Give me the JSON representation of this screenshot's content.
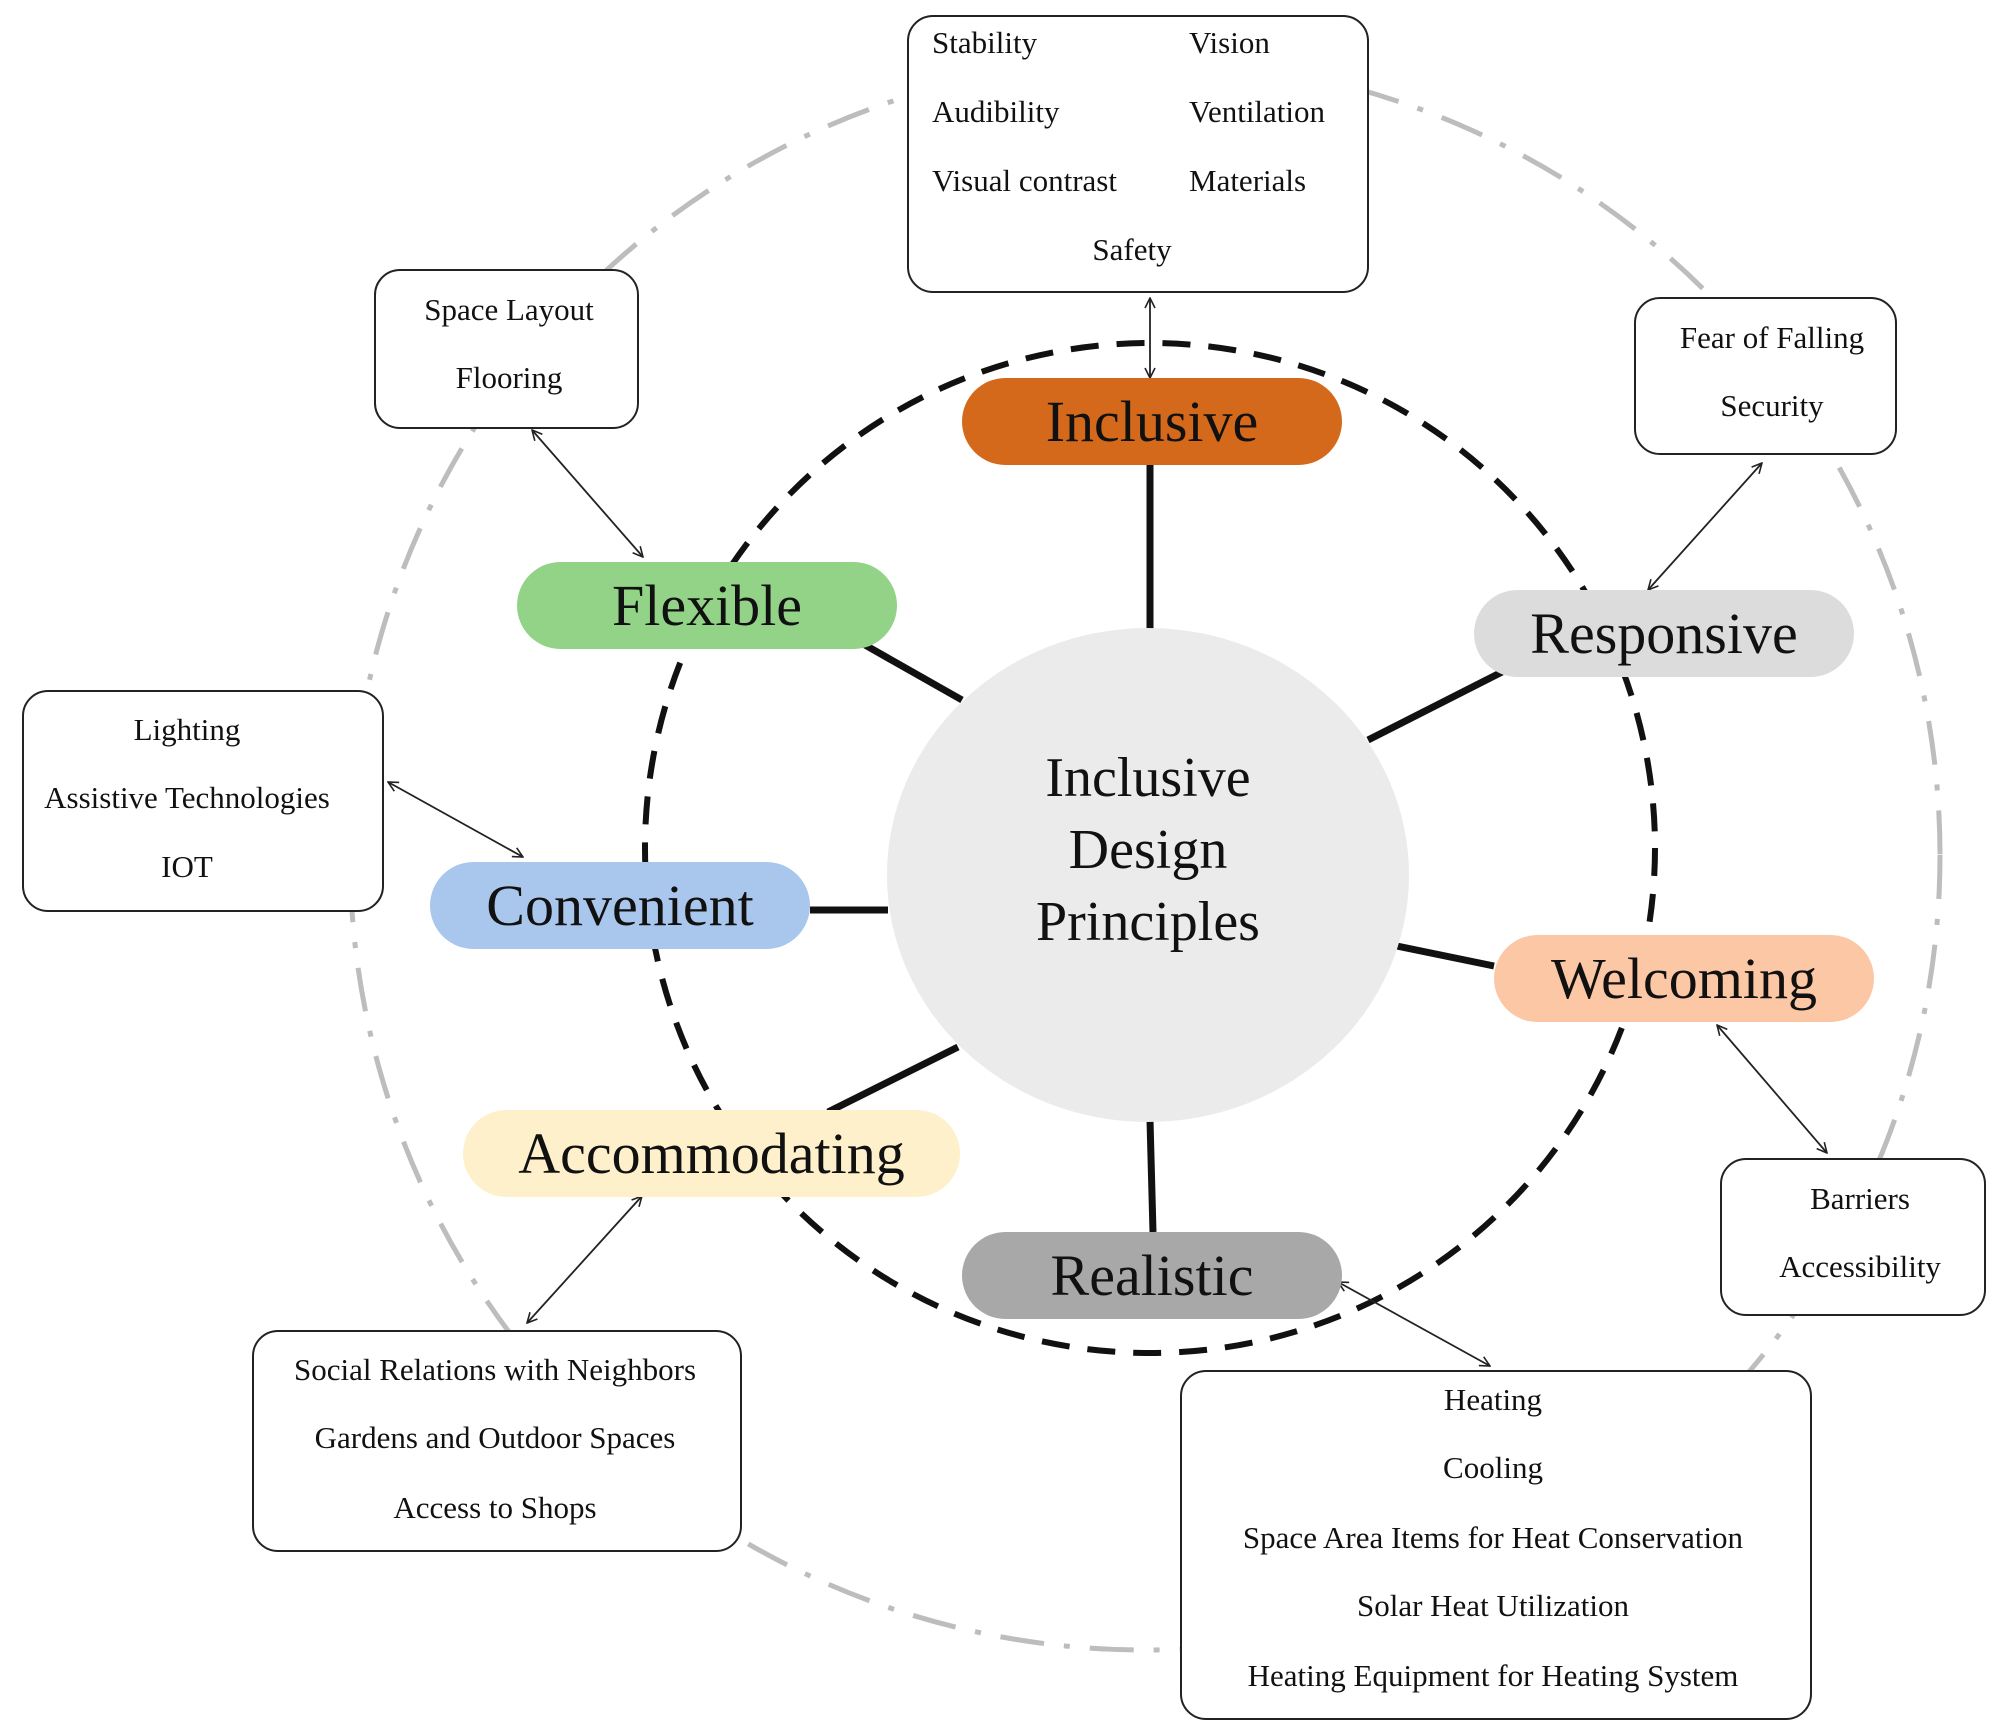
{
  "center": {
    "lines": [
      "Inclusive",
      "Design",
      "Principles"
    ]
  },
  "principles": {
    "inclusive": {
      "label": "Inclusive",
      "color": "#d4691c"
    },
    "flexible": {
      "label": "Flexible",
      "color": "#92d387"
    },
    "responsive": {
      "label": "Responsive",
      "color": "#dcdcdc"
    },
    "convenient": {
      "label": "Convenient",
      "color": "#a9c6ec"
    },
    "welcoming": {
      "label": "Welcoming",
      "color": "#fcc7a4"
    },
    "accommodating": {
      "label": "Accommodating",
      "color": "#fdf0cb"
    },
    "realistic": {
      "label": "Realistic",
      "color": "#a8a8a8"
    }
  },
  "factors": {
    "inclusive": {
      "left": [
        "Stability",
        "Audibility",
        "Visual contrast"
      ],
      "right": [
        "Vision",
        "Ventilation",
        "Materials"
      ],
      "bottom": "Safety"
    },
    "flexible": [
      "Space Layout",
      "Flooring"
    ],
    "responsive": [
      "Fear of Falling",
      "Security"
    ],
    "convenient": [
      "Lighting",
      "Assistive Technologies",
      "IOT"
    ],
    "welcoming": [
      "Barriers",
      "Accessibility"
    ],
    "accommodating": [
      "Social Relations with Neighbors",
      "Gardens and Outdoor Spaces",
      "Access to Shops"
    ],
    "realistic": [
      "Heating",
      "Cooling",
      "Space Area Items for Heat Conservation",
      "Solar Heat Utilization",
      "Heating Equipment for Heating System"
    ]
  }
}
